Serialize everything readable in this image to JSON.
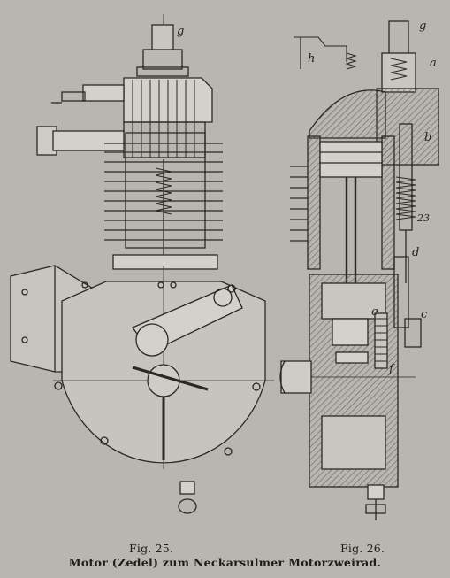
{
  "figures": {
    "left_label": "Fig. 25.",
    "right_label": "Fig. 26."
  },
  "caption": "Motor (Zedel) zum Neckarsulmer Motorzweirad.",
  "part_labels": {
    "g_left": "g",
    "g_right": "g",
    "h": "h",
    "a": "a",
    "b": "b",
    "num23": "23",
    "d": "d",
    "c": "c",
    "e": "e",
    "f": "f"
  },
  "colors": {
    "paper": "#b9b5b0",
    "ink": "#2a2826",
    "hatch": "#6d6a66"
  }
}
